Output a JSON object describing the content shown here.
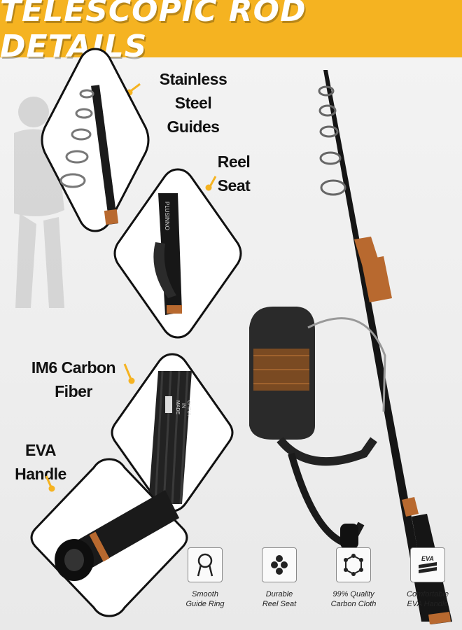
{
  "banner": {
    "title": "TELESCOPIC ROD DETAILS"
  },
  "callouts": {
    "guides": {
      "line1": "Stainless Steel",
      "line2": "Guides"
    },
    "reel_seat": {
      "line1": "Reel Seat"
    },
    "carbon": {
      "line1": "IM6 Carbon",
      "line2": "Fiber"
    },
    "handle": {
      "line1": "EVA Handle"
    }
  },
  "rod_branding": {
    "brand": "PLUSINNO",
    "made_in": [
      "MADE",
      "IN",
      "CHINA"
    ]
  },
  "features": [
    {
      "icon": "guide-ring-icon",
      "line1": "Smooth",
      "line2": "Guide Ring"
    },
    {
      "icon": "reel-seat-icon",
      "line1": "Durable",
      "line2": "Reel Seat"
    },
    {
      "icon": "carbon-cloth-icon",
      "line1": "99% Quality",
      "line2": "Carbon Cloth"
    },
    {
      "icon": "eva-handle-icon",
      "icon_text": "EVA",
      "line1": "Comfortable",
      "line2": "EVA Handle"
    }
  ],
  "colors": {
    "banner": "#f5b321",
    "pin": "#f5b321",
    "rod_black": "#151515",
    "copper": "#b8692f"
  }
}
